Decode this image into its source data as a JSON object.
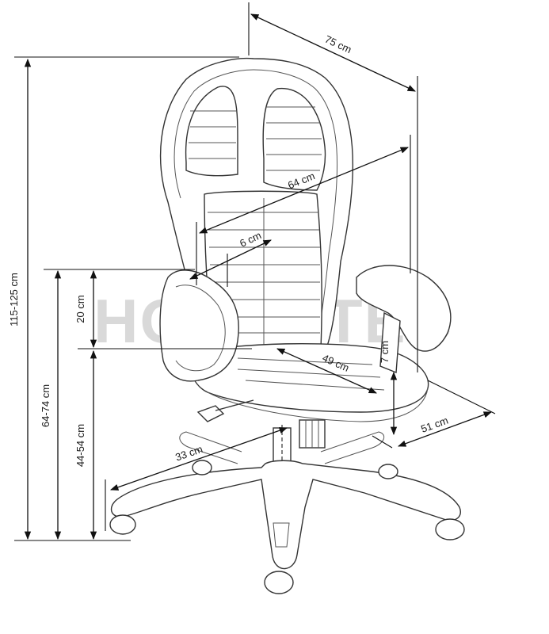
{
  "watermark": "HOBBYTEC",
  "dimensions": {
    "total_height": "115-125 cm",
    "depth": "75 cm",
    "backrest_width": "64 cm",
    "lumbar": "6 cm",
    "armrest_height": "20 cm",
    "armrest_floor_height": "64-74 cm",
    "seat_height": "44-54 cm",
    "seat_depth": "49 cm",
    "seat_thickness": "7 cm",
    "seat_width": "51 cm",
    "base_radius": "33 cm"
  }
}
